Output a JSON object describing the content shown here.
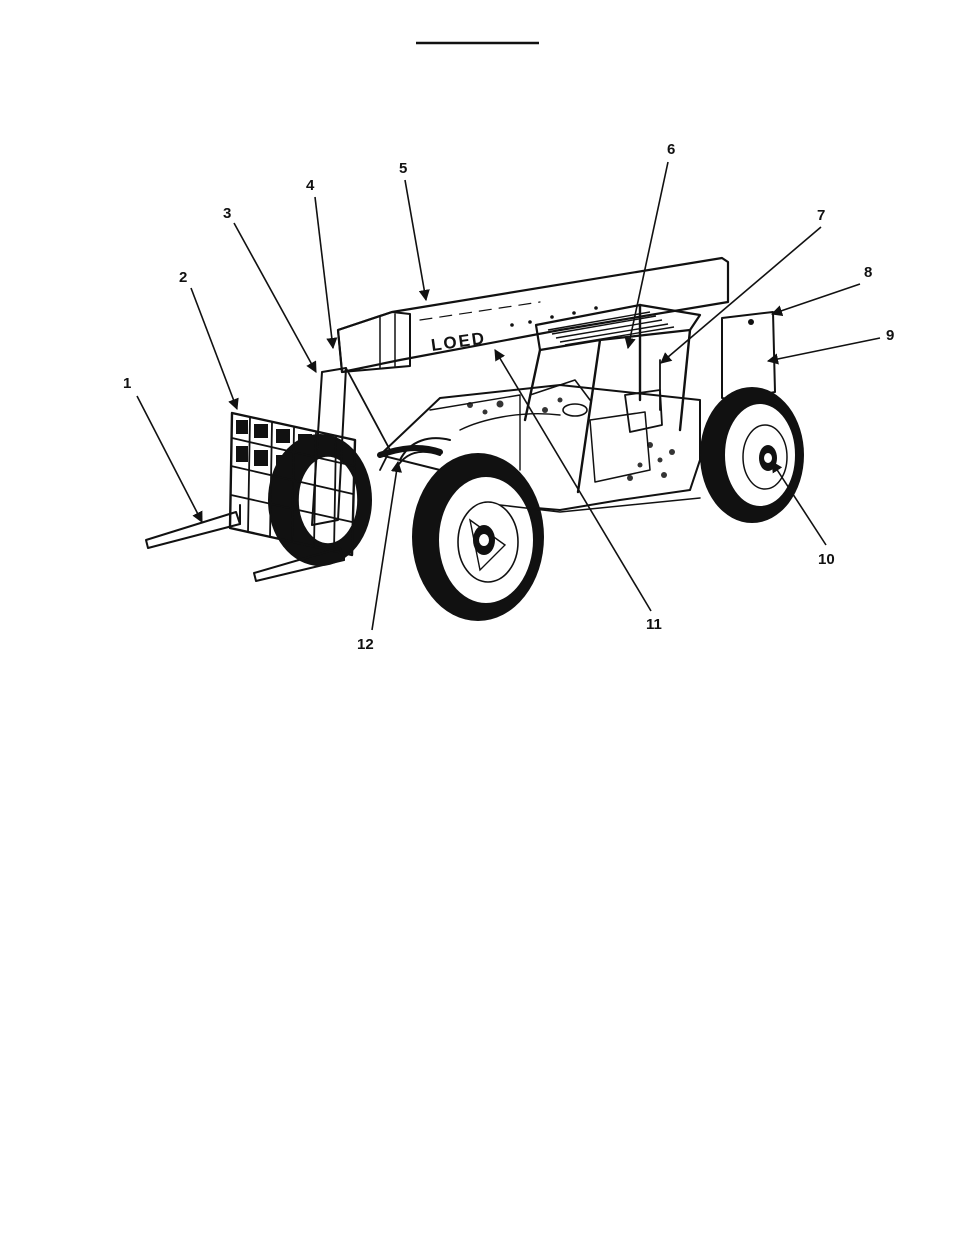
{
  "figure": {
    "boom_brand_text": "LOED",
    "callouts": [
      "1",
      "2",
      "3",
      "4",
      "5",
      "6",
      "7",
      "8",
      "9",
      "10",
      "11",
      "12"
    ]
  }
}
